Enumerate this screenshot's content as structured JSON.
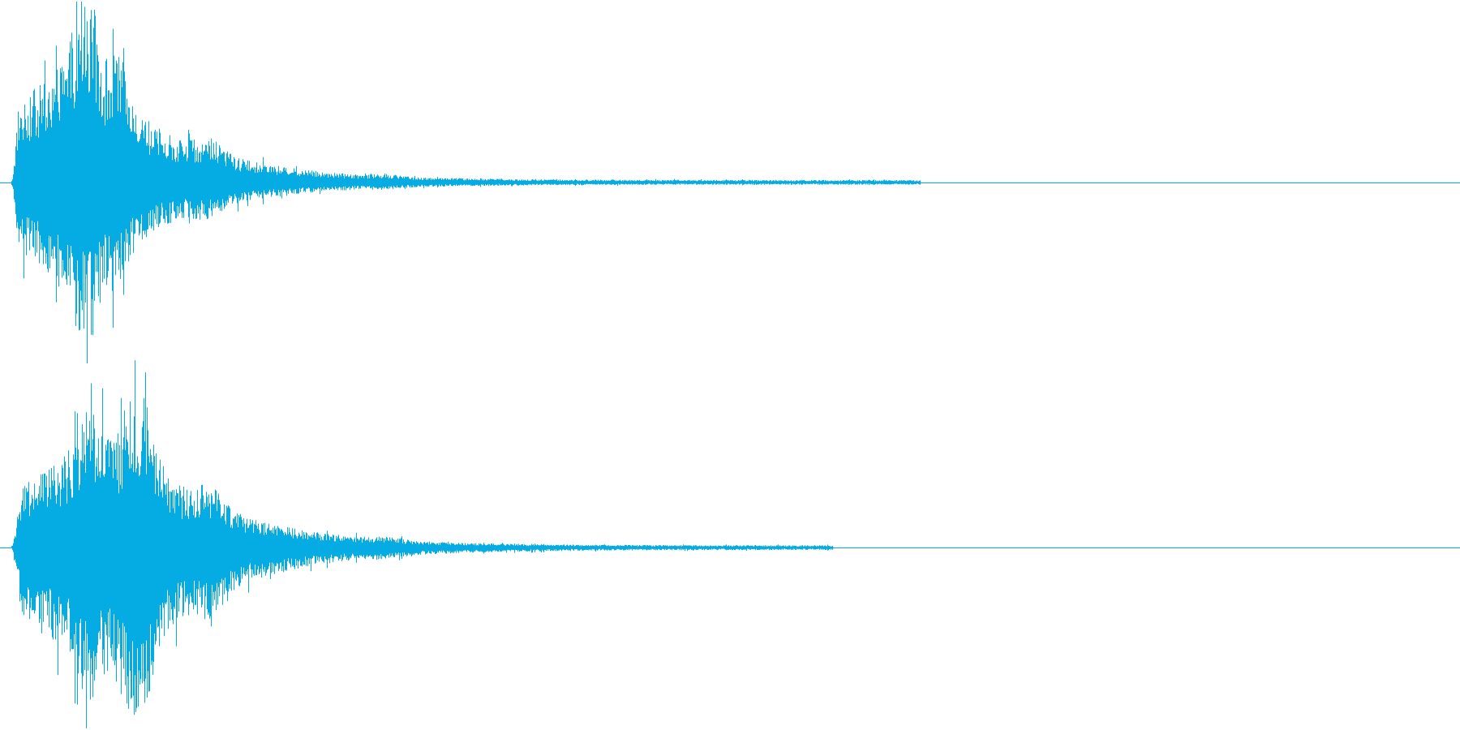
{
  "waveform": {
    "color": "#05abe3",
    "background": "#ffffff",
    "channels": [
      {
        "name": "",
        "envelope": {
          "onset": 0.008,
          "attack_peak": 0.06,
          "decay": 3.2,
          "tail_end": 0.63,
          "peak_level": 1.0,
          "upper_bias": 1.0,
          "lower_bias": 0.86,
          "bumps": [
            {
              "at": 0.06,
              "gain": 1.0
            },
            {
              "at": 0.08,
              "gain": 0.7
            },
            {
              "at": 0.145,
              "gain": 0.55
            },
            {
              "at": 0.265,
              "gain": 0.35
            }
          ]
        }
      },
      {
        "name": "",
        "envelope": {
          "onset": 0.008,
          "attack_peak": 0.095,
          "decay": 3.2,
          "tail_end": 0.57,
          "peak_level": 0.96,
          "upper_bias": 0.88,
          "lower_bias": 1.0,
          "bumps": [
            {
              "at": 0.06,
              "gain": 0.65
            },
            {
              "at": 0.095,
              "gain": 1.0
            },
            {
              "at": 0.145,
              "gain": 0.55
            },
            {
              "at": 0.265,
              "gain": 0.38
            }
          ]
        }
      }
    ]
  }
}
